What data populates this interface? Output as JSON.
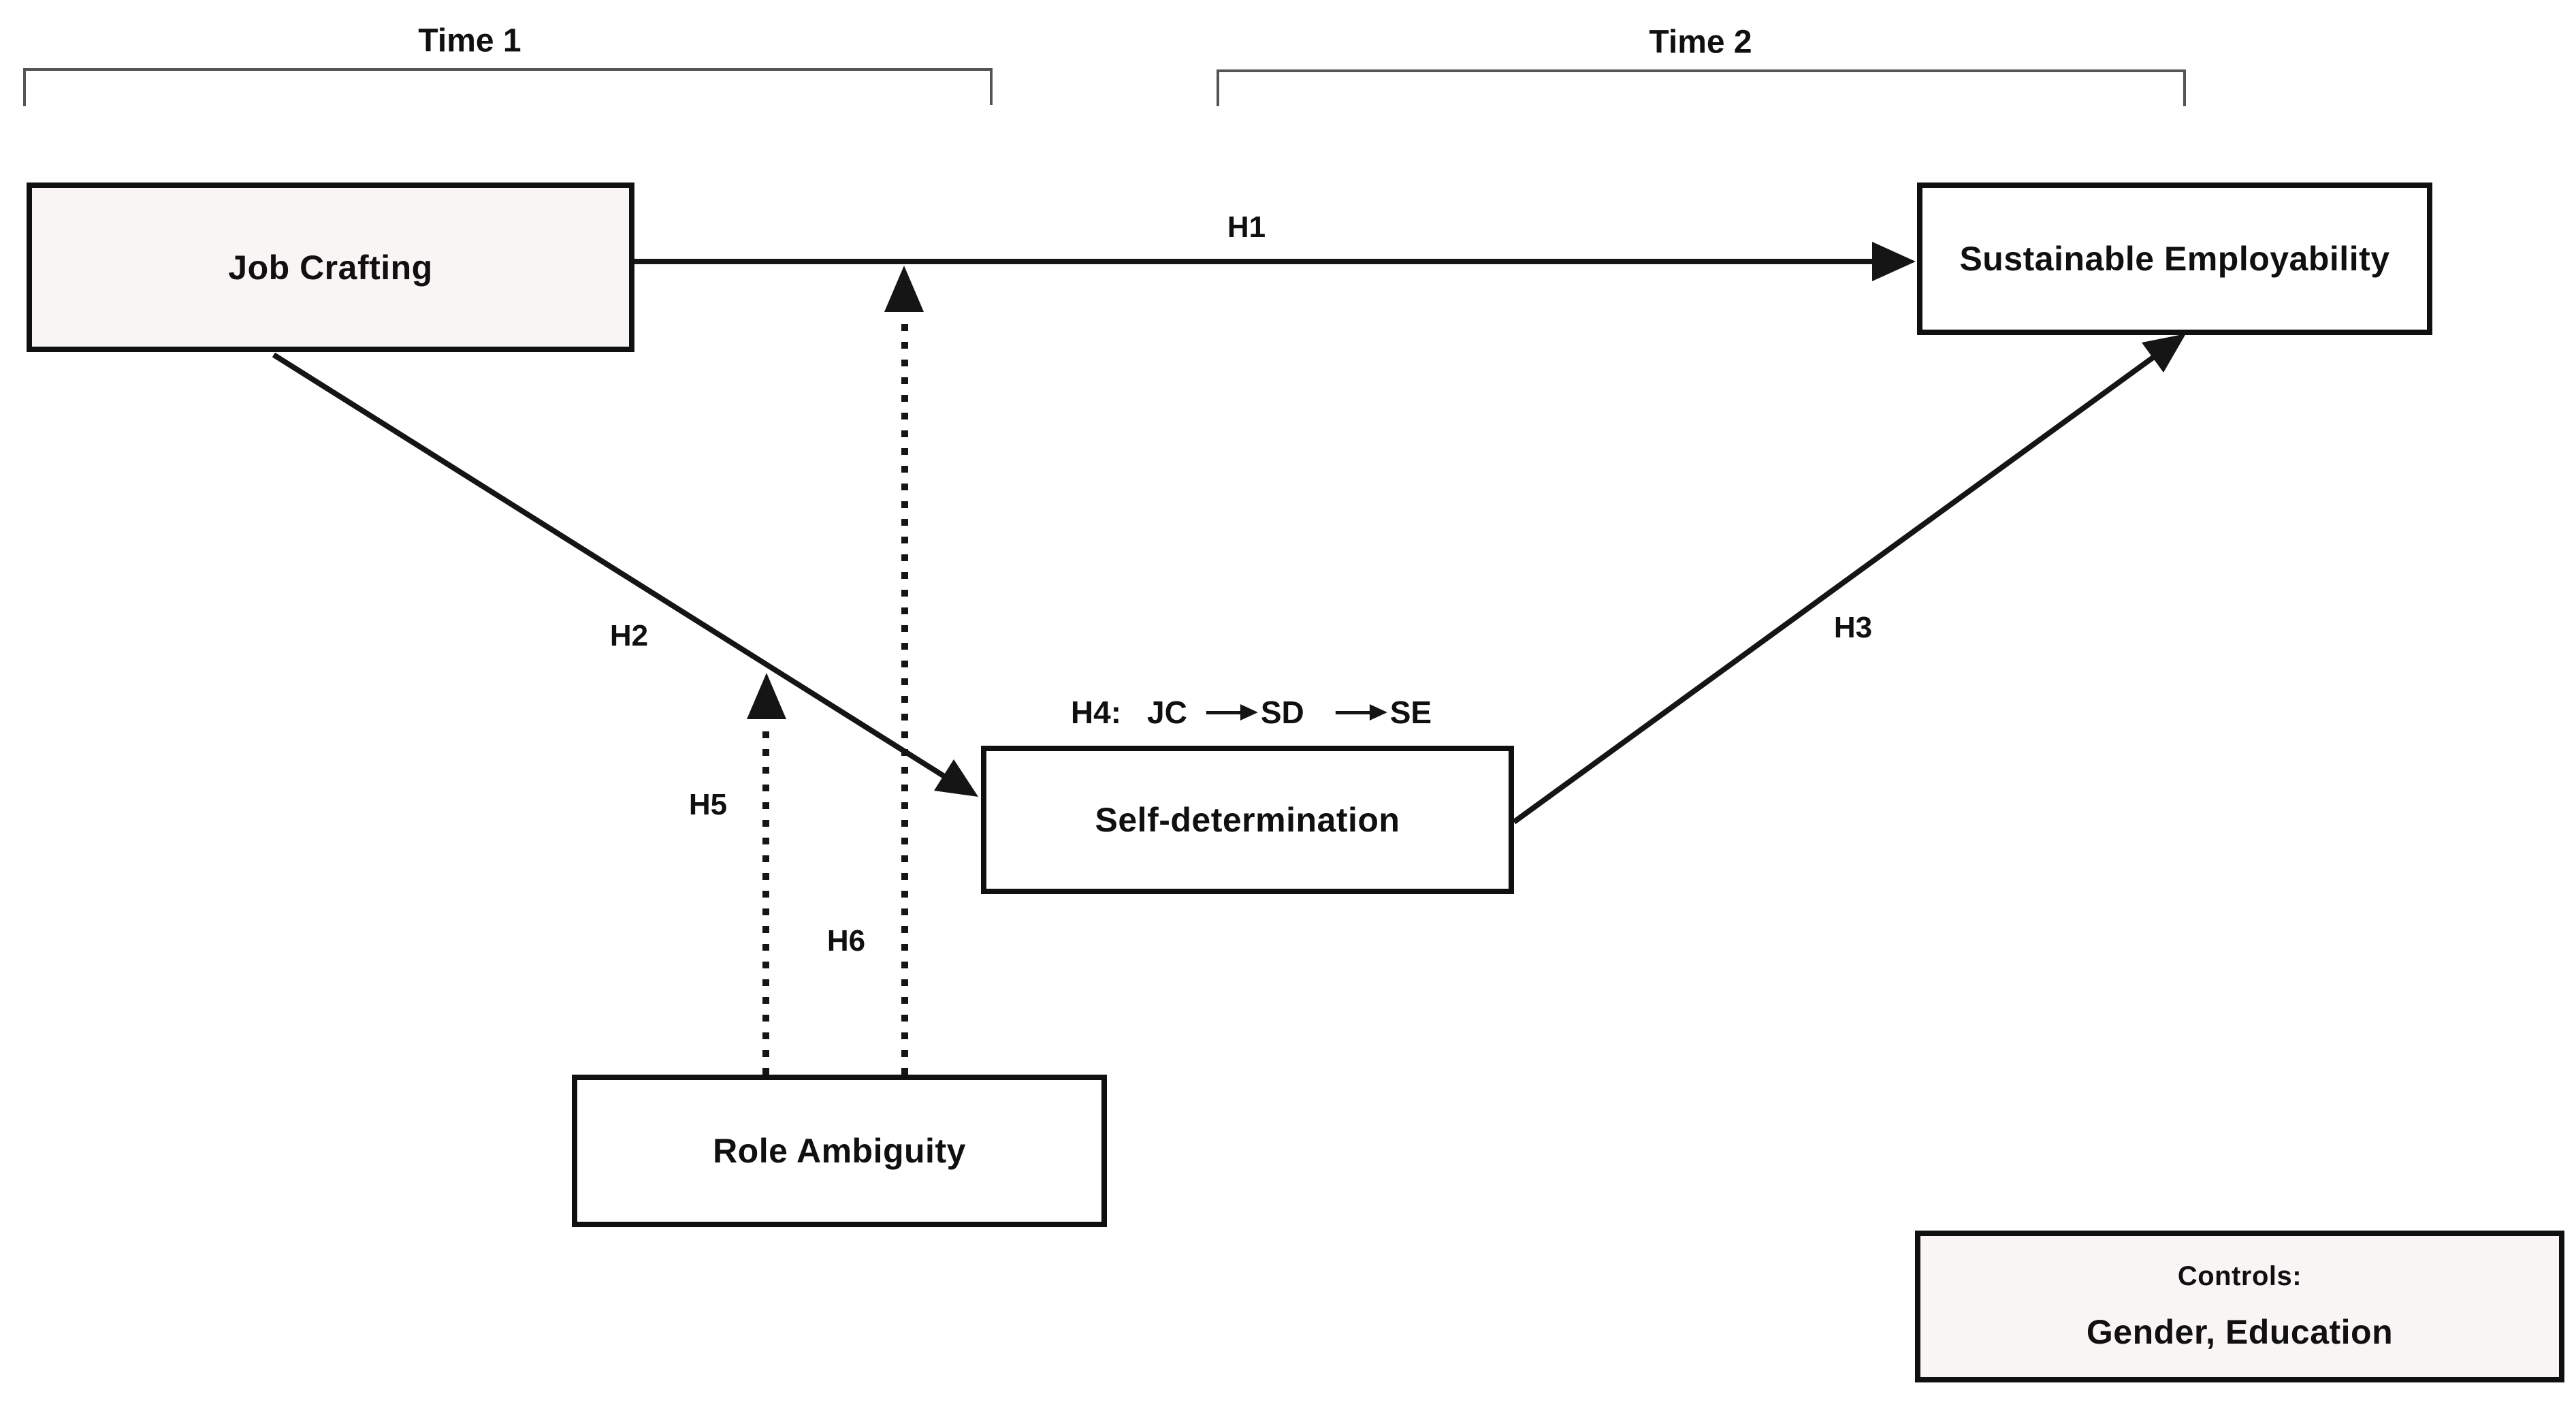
{
  "time_periods": {
    "t1": "Time 1",
    "t2": "Time 2"
  },
  "boxes": {
    "job_crafting": "Job Crafting",
    "sustainable_employability": "Sustainable Employability",
    "self_determination": "Self-determination",
    "role_ambiguity": "Role Ambiguity",
    "controls_title": "Controls:",
    "controls_items": "Gender, Education"
  },
  "hypotheses": {
    "h1": "H1",
    "h2": "H2",
    "h3": "H3",
    "h4_prefix": "H4:",
    "h4_from": "JC",
    "h4_via": "SD",
    "h4_to": "SE",
    "h5": "H5",
    "h6": "H6"
  },
  "icons": {
    "mediation_arrow": "right-arrow-icon"
  },
  "colors": {
    "line": "#151515",
    "border": "#101010",
    "bracket": "#555555",
    "box_fill_tinted": "#faf5f5",
    "box_fill_white": "#ffffff",
    "background": "#ffffff"
  }
}
